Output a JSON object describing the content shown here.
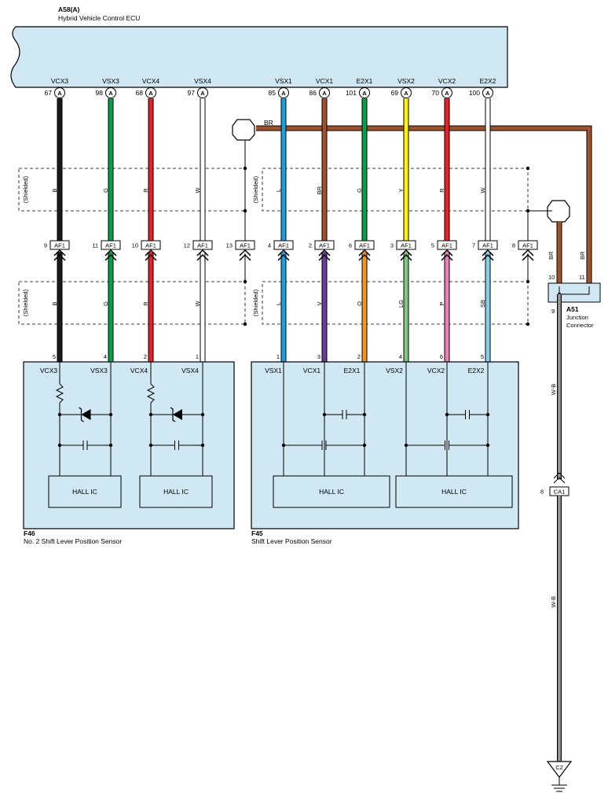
{
  "ecu": {
    "code": "A58(A)",
    "name": "Hybrid Vehicle Control ECU",
    "connector_letter": "A",
    "pins": [
      {
        "label": "VCX3",
        "num": "67"
      },
      {
        "label": "VSX3",
        "num": "98"
      },
      {
        "label": "VCX4",
        "num": "68"
      },
      {
        "label": "VSX4",
        "num": "97"
      },
      {
        "label": "VSX1",
        "num": "85"
      },
      {
        "label": "VCX1",
        "num": "86"
      },
      {
        "label": "E2X1",
        "num": "101"
      },
      {
        "label": "VSX2",
        "num": "69"
      },
      {
        "label": "VCX2",
        "num": "70"
      },
      {
        "label": "E2X2",
        "num": "100"
      }
    ]
  },
  "wires": {
    "upper": [
      {
        "color_code": "B",
        "hex": "#1a1a1a"
      },
      {
        "color_code": "G",
        "hex": "#00a14b"
      },
      {
        "color_code": "R",
        "hex": "#e8202a"
      },
      {
        "color_code": "W",
        "hex": "#ffffff"
      },
      {
        "color_code": "L",
        "hex": "#1ca0dd"
      },
      {
        "color_code": "BR",
        "hex": "#a0522d"
      },
      {
        "color_code": "G",
        "hex": "#00a14b"
      },
      {
        "color_code": "Y",
        "hex": "#fff200"
      },
      {
        "color_code": "R",
        "hex": "#e8202a"
      },
      {
        "color_code": "W",
        "hex": "#ffffff"
      }
    ],
    "lower": [
      {
        "color_code": "B",
        "hex": "#1a1a1a"
      },
      {
        "color_code": "G",
        "hex": "#00a14b"
      },
      {
        "color_code": "R",
        "hex": "#e8202a"
      },
      {
        "color_code": "W",
        "hex": "#ffffff"
      },
      {
        "color_code": "L",
        "hex": "#1ca0dd"
      },
      {
        "color_code": "V",
        "hex": "#6a3d9a"
      },
      {
        "color_code": "O",
        "hex": "#f7941d"
      },
      {
        "color_code": "LG",
        "hex": "#7fc97f"
      },
      {
        "color_code": "P",
        "hex": "#ec7fb6"
      },
      {
        "color_code": "SB",
        "hex": "#87ceeb"
      }
    ],
    "ground_bus_color": "BR",
    "ground_bus_hex": "#a0522d",
    "junction_wire_left": "BR",
    "junction_wire_right": "BR",
    "junction_to_ca1": "W-B",
    "ca1_to_ground": "W-B"
  },
  "shield_label": "(Shielded)",
  "inline_connector": {
    "name": "AF1",
    "pins": [
      "9",
      "11",
      "10",
      "12",
      "13",
      "4",
      "2",
      "6",
      "3",
      "5",
      "7",
      "8"
    ]
  },
  "sensor_f46": {
    "code": "F46",
    "name": "No. 2 Shift Lever Position Sensor",
    "pin_nums": [
      "5",
      "4",
      "2",
      "1"
    ],
    "terminals": [
      "VCX3",
      "VSX3",
      "VCX4",
      "VSX4"
    ],
    "hall_label": "HALL IC"
  },
  "sensor_f45": {
    "code": "F45",
    "name": "Shift Lever Position Sensor",
    "pin_nums": [
      "1",
      "3",
      "2",
      "4",
      "6",
      "5"
    ],
    "terminals": [
      "VSX1",
      "VCX1",
      "E2X1",
      "VSX2",
      "VCX2",
      "E2X2"
    ],
    "hall_label": "HALL IC"
  },
  "junction": {
    "code": "A51",
    "name_line1": "Junction",
    "name_line2": "Connector",
    "pin_left": "10",
    "pin_right": "11",
    "pin_bottom": "9"
  },
  "ca1": {
    "name": "CA1",
    "pin": "8"
  },
  "ground": {
    "name": "C2"
  }
}
